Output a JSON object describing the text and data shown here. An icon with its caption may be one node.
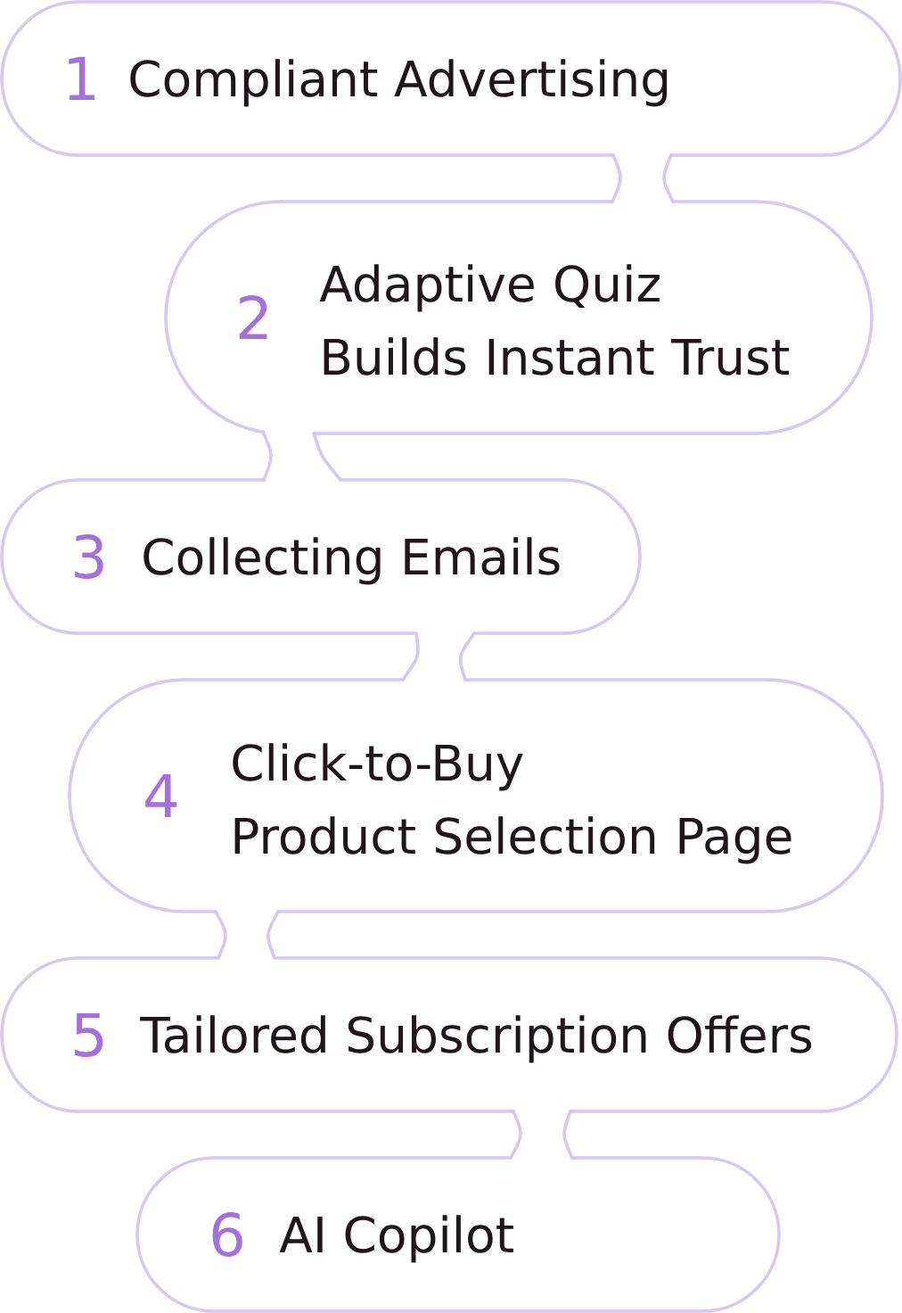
{
  "diagram": {
    "nodes": [
      {
        "text": [
          "1",
          "Compliant Advertising"
        ]
      },
      {
        "text": [
          "2",
          "Adaptive Quiz Builds Instant Trust"
        ]
      },
      {
        "text": [
          "3",
          "Collecting Emails"
        ]
      },
      {
        "text": [
          "4",
          "Click-to-Buy Product Selection Page"
        ]
      },
      {
        "text": [
          "5",
          "Tailored Subscription Offers"
        ]
      },
      {
        "text": [
          "6",
          "AI Copilot"
        ]
      }
    ],
    "edges": [
      {
        "from": 0,
        "to": 1,
        "arrow": "none"
      },
      {
        "from": 1,
        "to": 2,
        "arrow": "none"
      },
      {
        "from": 2,
        "to": 3,
        "arrow": "none"
      },
      {
        "from": 3,
        "to": 4,
        "arrow": "none"
      },
      {
        "from": 4,
        "to": 5,
        "arrow": "none"
      }
    ]
  }
}
